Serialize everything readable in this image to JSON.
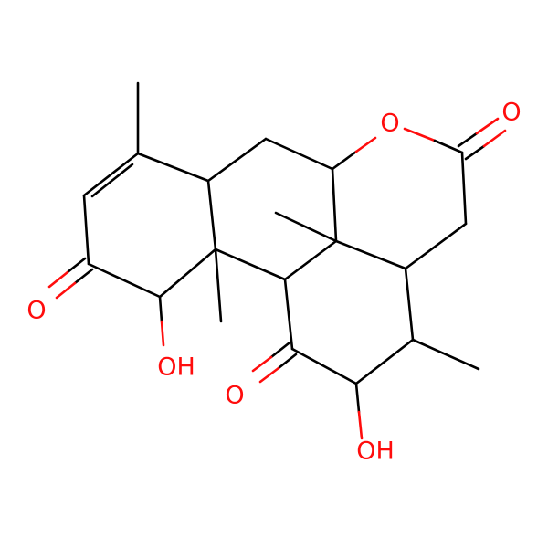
{
  "colors": {
    "bond": "#000000",
    "oxygen": "#ff0d0d",
    "background": "#ffffff"
  },
  "atoms": {
    "ring_oxygen": "O",
    "lactone_carbonyl_oxygen": "O",
    "left_enone_oxygen": "O",
    "hydroxyl_left": "OH",
    "ketone_oxygen": "O",
    "hydroxyl_bottom": "OH"
  }
}
